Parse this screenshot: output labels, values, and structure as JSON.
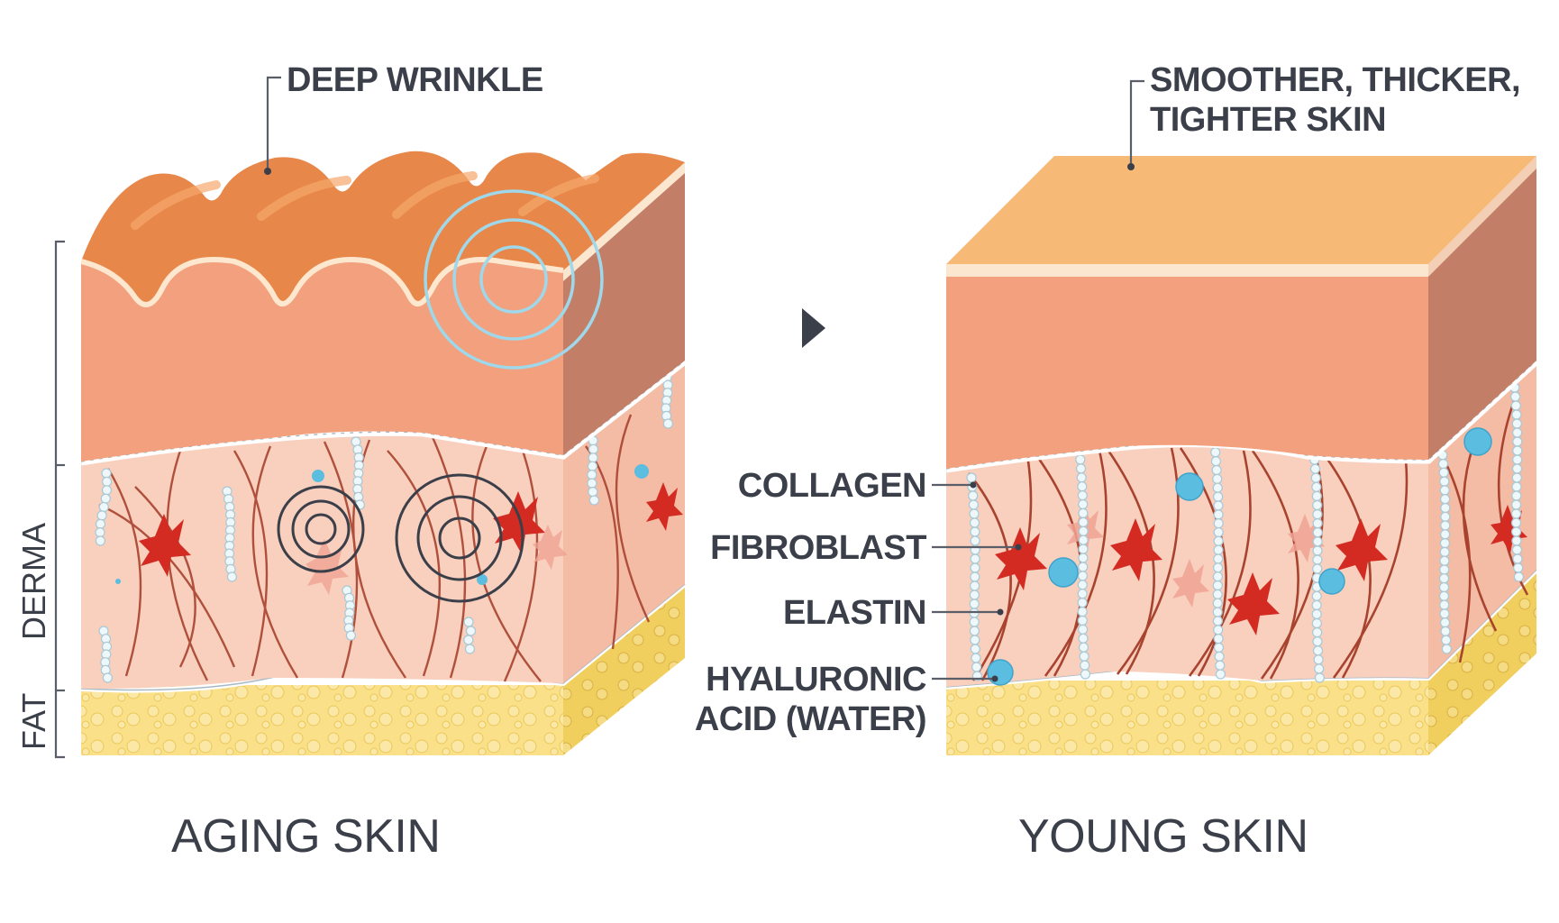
{
  "left_panel": {
    "caption": "AGING SKIN",
    "callout": "DEEP WRINKLE",
    "side_labels": {
      "derma": "DERMA",
      "fat": "FAT"
    }
  },
  "right_panel": {
    "caption": "YOUNG SKIN",
    "callout_line1": "SMOOTHER, THICKER,",
    "callout_line2": "TIGHTER SKIN"
  },
  "legend": {
    "collagen": "COLLAGEN",
    "fibroblast": "FIBROBLAST",
    "elastin": "ELASTIN",
    "hyaluronic_line1": "HYALURONIC",
    "hyaluronic_line2": "ACID (WATER)"
  },
  "colors": {
    "epidermis_top": "#e8874a",
    "young_top": "#f7b976",
    "epidermis_front": "#f2a07e",
    "epidermis_side": "#c37e68",
    "dermis_front": "#f9cfbd",
    "dermis_side": "#f1b5a0",
    "fat": "#f9dc7a",
    "fibroblast": "#d32a22",
    "collagen_fiber": "#a8432f",
    "hyaluronic": "#5bbde0",
    "elastin_beads": "#e9f4f8",
    "wave_rings": "#9fd8ea",
    "dark_rings": "#3b3f4a"
  },
  "arrow_icon": "triangle-right-icon"
}
